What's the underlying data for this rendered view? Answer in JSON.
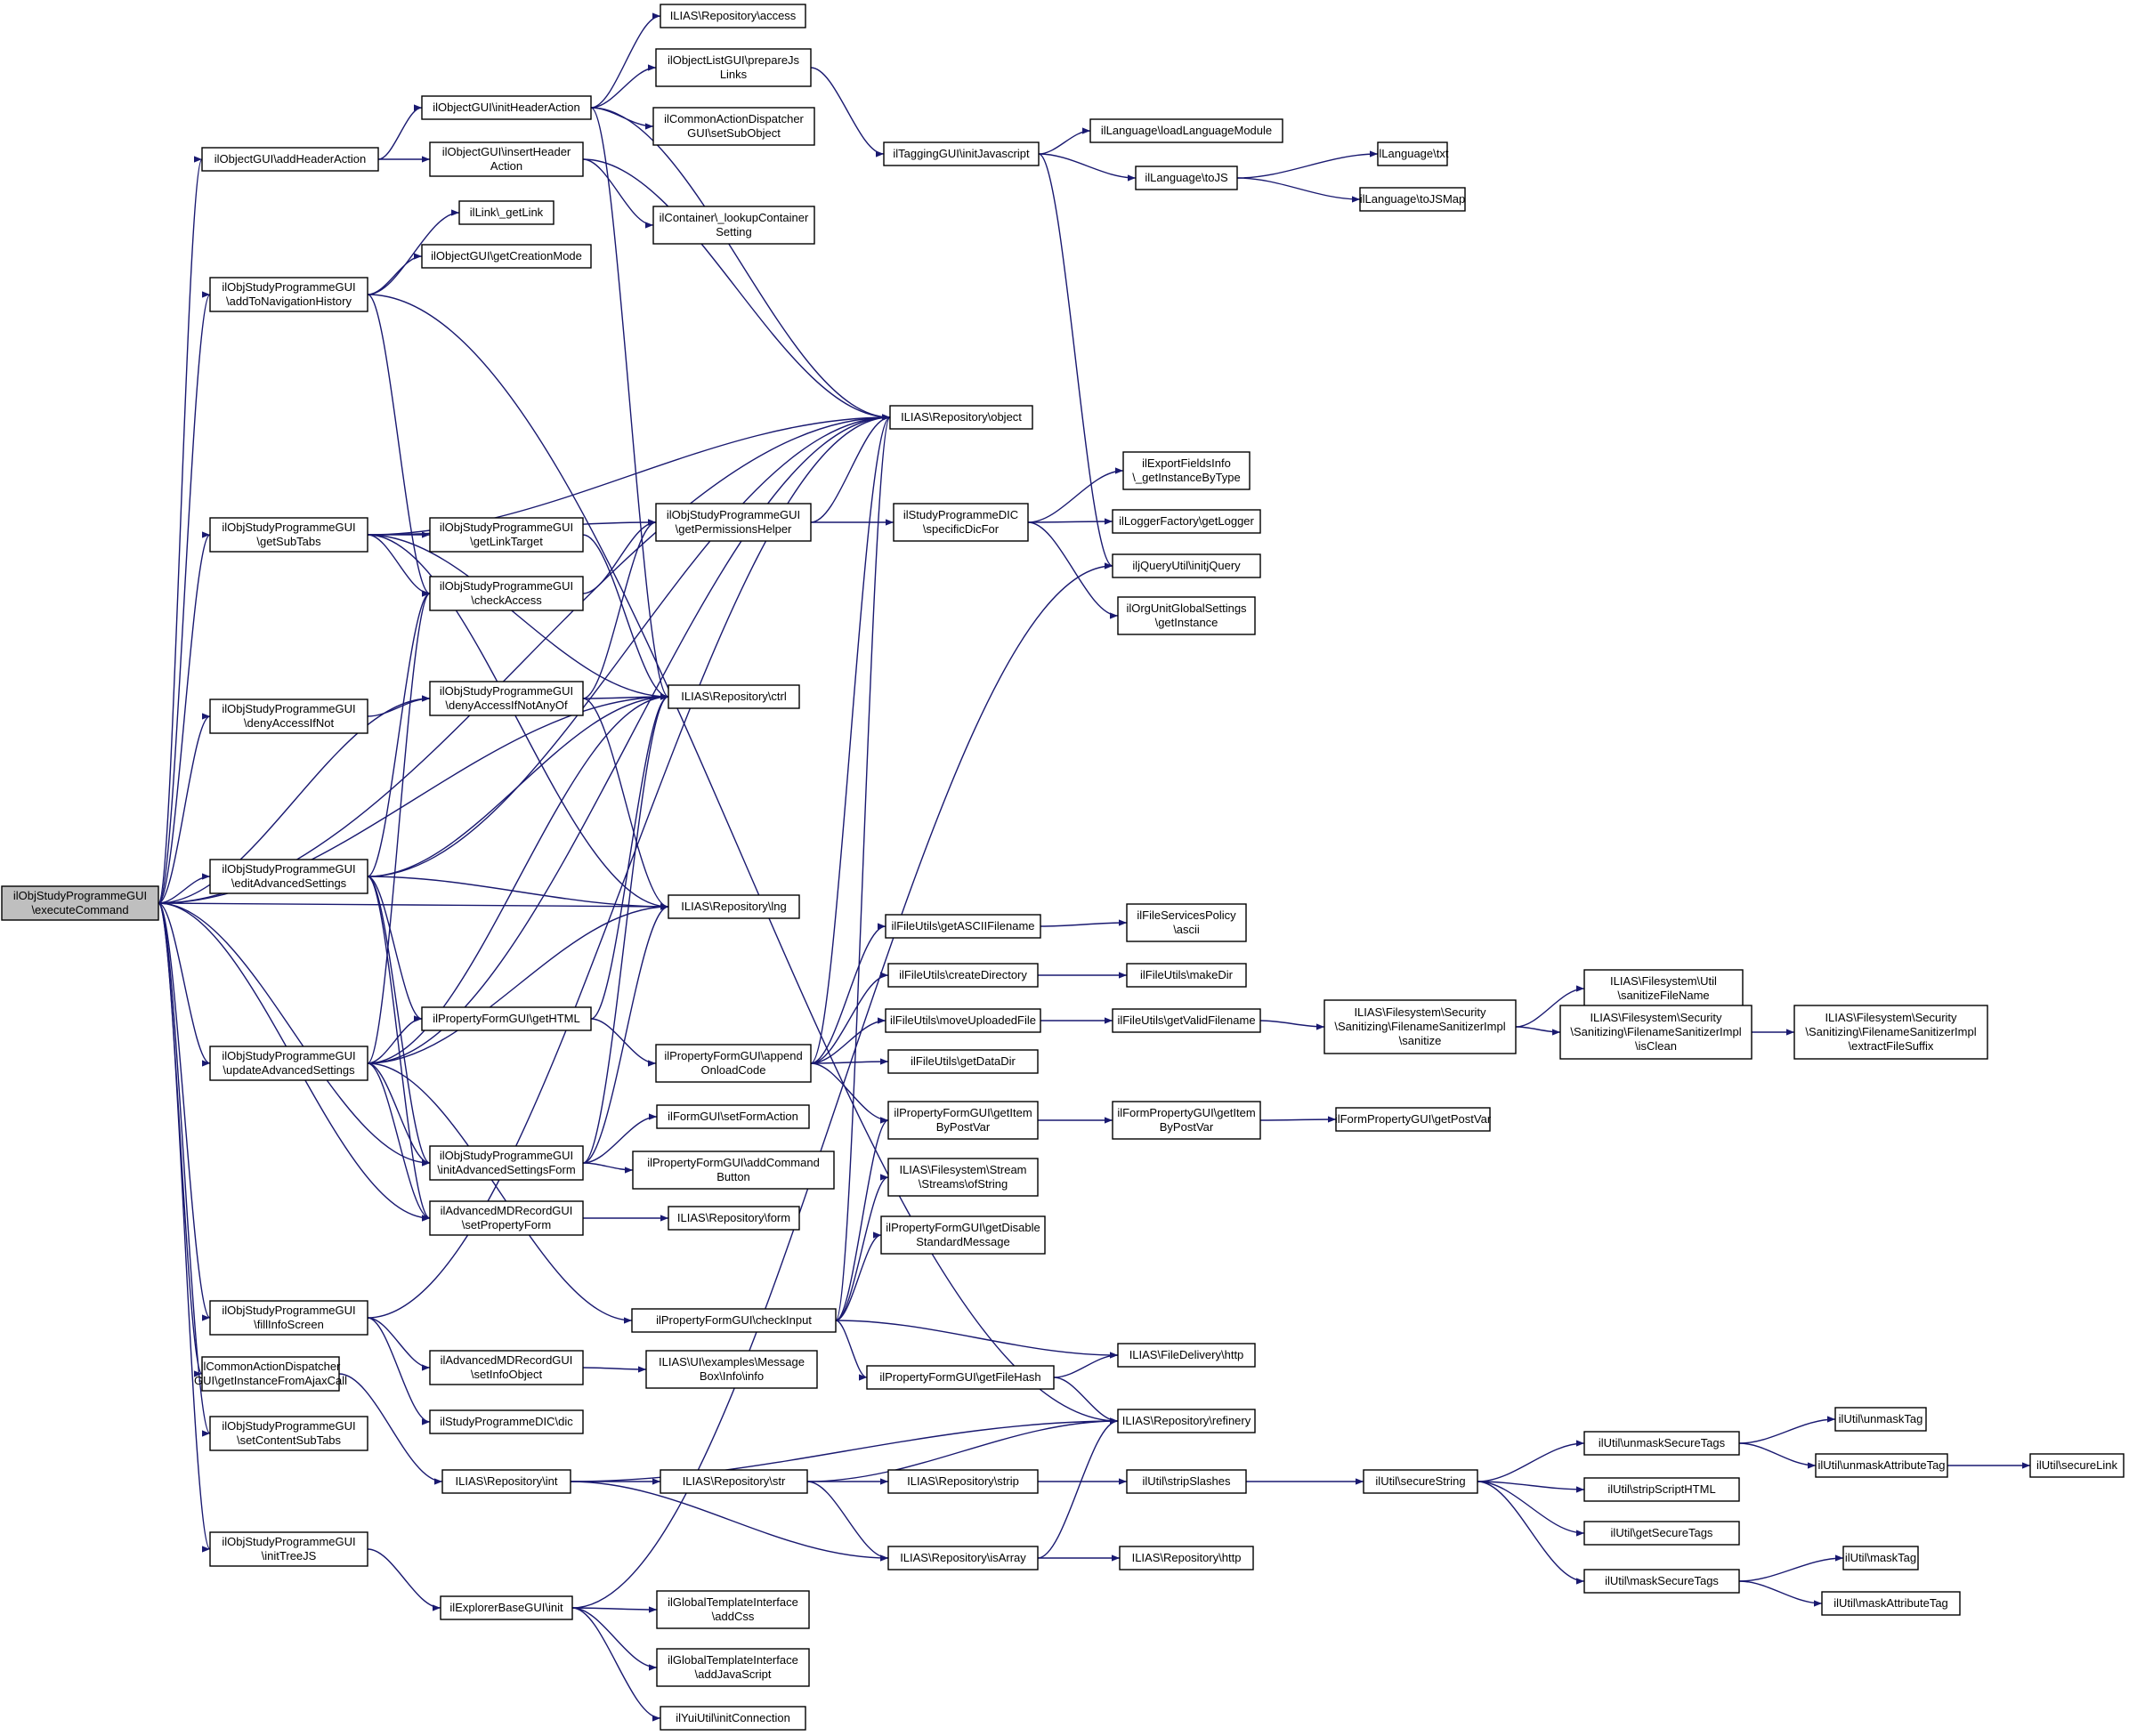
{
  "colors": {
    "edge": "#191970",
    "node_border": "#000000",
    "root_fill": "#bfbfbf",
    "node_fill": "#ffffff"
  },
  "nodes": [
    {
      "id": "n0",
      "lines": [
        "ilObjStudyProgrammeGUI",
        "\\executeCommand"
      ],
      "root": true
    },
    {
      "id": "n1",
      "lines": [
        "ilObjectGUI\\addHeaderAction"
      ]
    },
    {
      "id": "n2",
      "lines": [
        "ilObjStudyProgrammeGUI",
        "\\addToNavigationHistory"
      ]
    },
    {
      "id": "n3",
      "lines": [
        "ilObjStudyProgrammeGUI",
        "\\getSubTabs"
      ]
    },
    {
      "id": "n4",
      "lines": [
        "ilObjStudyProgrammeGUI",
        "\\denyAccessIfNot"
      ]
    },
    {
      "id": "n5",
      "lines": [
        "ilObjStudyProgrammeGUI",
        "\\editAdvancedSettings"
      ]
    },
    {
      "id": "n6",
      "lines": [
        "ilObjStudyProgrammeGUI",
        "\\updateAdvancedSettings"
      ]
    },
    {
      "id": "n7",
      "lines": [
        "ilObjStudyProgrammeGUI",
        "\\fillInfoScreen"
      ]
    },
    {
      "id": "n8",
      "lines": [
        "ilCommonActionDispatcher",
        "GUI\\getInstanceFromAjaxCall"
      ]
    },
    {
      "id": "n9",
      "lines": [
        "ilObjStudyProgrammeGUI",
        "\\setContentSubTabs"
      ]
    },
    {
      "id": "n10",
      "lines": [
        "ilObjStudyProgrammeGUI",
        "\\initTreeJS"
      ]
    },
    {
      "id": "n11",
      "lines": [
        "ilObjectGUI\\initHeaderAction"
      ]
    },
    {
      "id": "n12",
      "lines": [
        "ilObjectGUI\\insertHeader",
        "Action"
      ]
    },
    {
      "id": "n13",
      "lines": [
        "ilLink\\_getLink"
      ]
    },
    {
      "id": "n14",
      "lines": [
        "ilObjectGUI\\getCreationMode"
      ]
    },
    {
      "id": "n15",
      "lines": [
        "ilObjStudyProgrammeGUI",
        "\\getLinkTarget"
      ]
    },
    {
      "id": "n16",
      "lines": [
        "ilObjStudyProgrammeGUI",
        "\\checkAccess"
      ]
    },
    {
      "id": "n17",
      "lines": [
        "ilObjStudyProgrammeGUI",
        "\\denyAccessIfNotAnyOf"
      ]
    },
    {
      "id": "n18",
      "lines": [
        "ilPropertyFormGUI\\getHTML"
      ]
    },
    {
      "id": "n19",
      "lines": [
        "ilObjStudyProgrammeGUI",
        "\\initAdvancedSettingsForm"
      ]
    },
    {
      "id": "n20",
      "lines": [
        "ilAdvancedMDRecordGUI",
        "\\setPropertyForm"
      ]
    },
    {
      "id": "n21",
      "lines": [
        "ilAdvancedMDRecordGUI",
        "\\setInfoObject"
      ]
    },
    {
      "id": "n22",
      "lines": [
        "ilStudyProgrammeDIC\\dic"
      ]
    },
    {
      "id": "n23",
      "lines": [
        "ILIAS\\Repository\\int"
      ]
    },
    {
      "id": "n24",
      "lines": [
        "ilExplorerBaseGUI\\init"
      ]
    },
    {
      "id": "n25",
      "lines": [
        "ILIAS\\Repository\\access"
      ]
    },
    {
      "id": "n26",
      "lines": [
        "ilObjectListGUI\\prepareJs",
        "Links"
      ]
    },
    {
      "id": "n27",
      "lines": [
        "ilCommonActionDispatcher",
        "GUI\\setSubObject"
      ]
    },
    {
      "id": "n28",
      "lines": [
        "ilContainer\\_lookupContainer",
        "Setting"
      ]
    },
    {
      "id": "n29",
      "lines": [
        "ilObjStudyProgrammeGUI",
        "\\getPermissionsHelper"
      ]
    },
    {
      "id": "n30",
      "lines": [
        "ILIAS\\Repository\\ctrl"
      ]
    },
    {
      "id": "n31",
      "lines": [
        "ILIAS\\Repository\\lng"
      ]
    },
    {
      "id": "n32",
      "lines": [
        "ilPropertyFormGUI\\append",
        "OnloadCode"
      ]
    },
    {
      "id": "n33",
      "lines": [
        "ilFormGUI\\setFormAction"
      ]
    },
    {
      "id": "n34",
      "lines": [
        "ilPropertyFormGUI\\addCommand",
        "Button"
      ]
    },
    {
      "id": "n35",
      "lines": [
        "ILIAS\\Repository\\form"
      ]
    },
    {
      "id": "n36",
      "lines": [
        "ilPropertyFormGUI\\checkInput"
      ]
    },
    {
      "id": "n37",
      "lines": [
        "ILIAS\\UI\\examples\\Message",
        "Box\\Info\\info"
      ]
    },
    {
      "id": "n38",
      "lines": [
        "ILIAS\\Repository\\str"
      ]
    },
    {
      "id": "n39",
      "lines": [
        "ilGlobalTemplateInterface",
        "\\addCss"
      ]
    },
    {
      "id": "n40",
      "lines": [
        "ilGlobalTemplateInterface",
        "\\addJavaScript"
      ]
    },
    {
      "id": "n41",
      "lines": [
        "ilYuiUtil\\initConnection"
      ]
    },
    {
      "id": "n42",
      "lines": [
        "ILIAS\\Repository\\object"
      ]
    },
    {
      "id": "n43",
      "lines": [
        "ilTaggingGUI\\initJavascript"
      ]
    },
    {
      "id": "n44",
      "lines": [
        "ilStudyProgrammeDIC",
        "\\specificDicFor"
      ]
    },
    {
      "id": "n45",
      "lines": [
        "ilFileUtils\\getASCIIFilename"
      ]
    },
    {
      "id": "n46",
      "lines": [
        "ilFileUtils\\createDirectory"
      ]
    },
    {
      "id": "n47",
      "lines": [
        "ilFileUtils\\moveUploadedFile"
      ]
    },
    {
      "id": "n48",
      "lines": [
        "ilFileUtils\\getDataDir"
      ]
    },
    {
      "id": "n49",
      "lines": [
        "ilPropertyFormGUI\\getItem",
        "ByPostVar"
      ]
    },
    {
      "id": "n50",
      "lines": [
        "ILIAS\\Filesystem\\Stream",
        "\\Streams\\ofString"
      ]
    },
    {
      "id": "n51",
      "lines": [
        "ilPropertyFormGUI\\getDisable",
        "StandardMessage"
      ]
    },
    {
      "id": "n52",
      "lines": [
        "ilPropertyFormGUI\\getFileHash"
      ]
    },
    {
      "id": "n53",
      "lines": [
        "ILIAS\\Repository\\strip"
      ]
    },
    {
      "id": "n54",
      "lines": [
        "ILIAS\\Repository\\isArray"
      ]
    },
    {
      "id": "n55",
      "lines": [
        "ilLanguage\\loadLanguageModule"
      ]
    },
    {
      "id": "n56",
      "lines": [
        "ilLanguage\\toJS"
      ]
    },
    {
      "id": "n57",
      "lines": [
        "ilExportFieldsInfo",
        "\\_getInstanceByType"
      ]
    },
    {
      "id": "n58",
      "lines": [
        "ilLoggerFactory\\getLogger"
      ]
    },
    {
      "id": "n59",
      "lines": [
        "iljQueryUtil\\initjQuery"
      ]
    },
    {
      "id": "n60",
      "lines": [
        "ilOrgUnitGlobalSettings",
        "\\getInstance"
      ]
    },
    {
      "id": "n61",
      "lines": [
        "ilFileServicesPolicy",
        "\\ascii"
      ]
    },
    {
      "id": "n62",
      "lines": [
        "ilFileUtils\\makeDir"
      ]
    },
    {
      "id": "n63",
      "lines": [
        "ilFileUtils\\getValidFilename"
      ]
    },
    {
      "id": "n64",
      "lines": [
        "ilFormPropertyGUI\\getItem",
        "ByPostVar"
      ]
    },
    {
      "id": "n65",
      "lines": [
        "ILIAS\\FileDelivery\\http"
      ]
    },
    {
      "id": "n66",
      "lines": [
        "ILIAS\\Repository\\refinery"
      ]
    },
    {
      "id": "n67",
      "lines": [
        "ilUtil\\stripSlashes"
      ]
    },
    {
      "id": "n68",
      "lines": [
        "ILIAS\\Repository\\http"
      ]
    },
    {
      "id": "n69",
      "lines": [
        "ilLanguage\\txt"
      ]
    },
    {
      "id": "n70",
      "lines": [
        "ilLanguage\\toJSMap"
      ]
    },
    {
      "id": "n71",
      "lines": [
        "ILIAS\\Filesystem\\Security",
        "\\Sanitizing\\FilenameSanitizerImpl",
        "\\sanitize"
      ]
    },
    {
      "id": "n72",
      "lines": [
        "ilFormPropertyGUI\\getPostVar"
      ]
    },
    {
      "id": "n73",
      "lines": [
        "ilUtil\\secureString"
      ]
    },
    {
      "id": "n74",
      "lines": [
        "ILIAS\\Filesystem\\Util",
        "\\sanitizeFileName"
      ]
    },
    {
      "id": "n75",
      "lines": [
        "ILIAS\\Filesystem\\Security",
        "\\Sanitizing\\FilenameSanitizerImpl",
        "\\isClean"
      ]
    },
    {
      "id": "n76",
      "lines": [
        "ilUtil\\unmaskSecureTags"
      ]
    },
    {
      "id": "n77",
      "lines": [
        "ilUtil\\stripScriptHTML"
      ]
    },
    {
      "id": "n78",
      "lines": [
        "ilUtil\\getSecureTags"
      ]
    },
    {
      "id": "n79",
      "lines": [
        "ilUtil\\maskSecureTags"
      ]
    },
    {
      "id": "n80",
      "lines": [
        "ILIAS\\Filesystem\\Security",
        "\\Sanitizing\\FilenameSanitizerImpl",
        "\\extractFileSuffix"
      ]
    },
    {
      "id": "n81",
      "lines": [
        "ilUtil\\unmaskTag"
      ]
    },
    {
      "id": "n82",
      "lines": [
        "ilUtil\\unmaskAttributeTag"
      ]
    },
    {
      "id": "n83",
      "lines": [
        "ilUtil\\maskTag"
      ]
    },
    {
      "id": "n84",
      "lines": [
        "ilUtil\\maskAttributeTag"
      ]
    },
    {
      "id": "n85",
      "lines": [
        "ilUtil\\secureLink"
      ]
    }
  ],
  "edges": [
    [
      "n0",
      "n1"
    ],
    [
      "n0",
      "n2"
    ],
    [
      "n0",
      "n3"
    ],
    [
      "n0",
      "n4"
    ],
    [
      "n0",
      "n5"
    ],
    [
      "n0",
      "n6"
    ],
    [
      "n0",
      "n7"
    ],
    [
      "n0",
      "n8"
    ],
    [
      "n0",
      "n9"
    ],
    [
      "n0",
      "n10"
    ],
    [
      "n0",
      "n42"
    ],
    [
      "n0",
      "n30"
    ],
    [
      "n0",
      "n31"
    ],
    [
      "n0",
      "n17"
    ],
    [
      "n0",
      "n19"
    ],
    [
      "n0",
      "n20"
    ],
    [
      "n1",
      "n11"
    ],
    [
      "n1",
      "n12"
    ],
    [
      "n11",
      "n25"
    ],
    [
      "n11",
      "n26"
    ],
    [
      "n11",
      "n27"
    ],
    [
      "n11",
      "n42"
    ],
    [
      "n11",
      "n30"
    ],
    [
      "n12",
      "n28"
    ],
    [
      "n12",
      "n42"
    ],
    [
      "n2",
      "n13"
    ],
    [
      "n2",
      "n14"
    ],
    [
      "n2",
      "n66"
    ],
    [
      "n2",
      "n16"
    ],
    [
      "n3",
      "n15"
    ],
    [
      "n3",
      "n16"
    ],
    [
      "n3",
      "n29"
    ],
    [
      "n3",
      "n42"
    ],
    [
      "n3",
      "n30"
    ],
    [
      "n3",
      "n31"
    ],
    [
      "n4",
      "n17"
    ],
    [
      "n5",
      "n16"
    ],
    [
      "n5",
      "n42"
    ],
    [
      "n5",
      "n30"
    ],
    [
      "n5",
      "n31"
    ],
    [
      "n5",
      "n18"
    ],
    [
      "n5",
      "n19"
    ],
    [
      "n5",
      "n20"
    ],
    [
      "n6",
      "n16"
    ],
    [
      "n6",
      "n18"
    ],
    [
      "n6",
      "n19"
    ],
    [
      "n6",
      "n20"
    ],
    [
      "n6",
      "n36"
    ],
    [
      "n6",
      "n30"
    ],
    [
      "n6",
      "n31"
    ],
    [
      "n6",
      "n42"
    ],
    [
      "n7",
      "n21"
    ],
    [
      "n7",
      "n22"
    ],
    [
      "n7",
      "n42"
    ],
    [
      "n8",
      "n23"
    ],
    [
      "n10",
      "n24"
    ],
    [
      "n15",
      "n30"
    ],
    [
      "n16",
      "n29"
    ],
    [
      "n17",
      "n29"
    ],
    [
      "n17",
      "n30"
    ],
    [
      "n17",
      "n31"
    ],
    [
      "n18",
      "n30"
    ],
    [
      "n18",
      "n32"
    ],
    [
      "n19",
      "n33"
    ],
    [
      "n19",
      "n34"
    ],
    [
      "n19",
      "n30"
    ],
    [
      "n19",
      "n31"
    ],
    [
      "n20",
      "n35"
    ],
    [
      "n21",
      "n37"
    ],
    [
      "n23",
      "n38"
    ],
    [
      "n23",
      "n54"
    ],
    [
      "n23",
      "n66"
    ],
    [
      "n24",
      "n39"
    ],
    [
      "n24",
      "n40"
    ],
    [
      "n24",
      "n41"
    ],
    [
      "n24",
      "n59"
    ],
    [
      "n26",
      "n43"
    ],
    [
      "n29",
      "n42"
    ],
    [
      "n29",
      "n44"
    ],
    [
      "n32",
      "n42"
    ],
    [
      "n32",
      "n45"
    ],
    [
      "n32",
      "n46"
    ],
    [
      "n32",
      "n47"
    ],
    [
      "n32",
      "n48"
    ],
    [
      "n32",
      "n49"
    ],
    [
      "n36",
      "n42"
    ],
    [
      "n36",
      "n49"
    ],
    [
      "n36",
      "n50"
    ],
    [
      "n36",
      "n51"
    ],
    [
      "n36",
      "n52"
    ],
    [
      "n36",
      "n65"
    ],
    [
      "n38",
      "n53"
    ],
    [
      "n38",
      "n54"
    ],
    [
      "n38",
      "n66"
    ],
    [
      "n43",
      "n55"
    ],
    [
      "n43",
      "n56"
    ],
    [
      "n43",
      "n59"
    ],
    [
      "n44",
      "n57"
    ],
    [
      "n44",
      "n58"
    ],
    [
      "n44",
      "n60"
    ],
    [
      "n45",
      "n61"
    ],
    [
      "n46",
      "n62"
    ],
    [
      "n47",
      "n63"
    ],
    [
      "n49",
      "n64"
    ],
    [
      "n52",
      "n65"
    ],
    [
      "n52",
      "n66"
    ],
    [
      "n53",
      "n67"
    ],
    [
      "n54",
      "n66"
    ],
    [
      "n54",
      "n68"
    ],
    [
      "n56",
      "n69"
    ],
    [
      "n56",
      "n70"
    ],
    [
      "n63",
      "n71"
    ],
    [
      "n64",
      "n72"
    ],
    [
      "n67",
      "n73"
    ],
    [
      "n71",
      "n74"
    ],
    [
      "n71",
      "n75"
    ],
    [
      "n73",
      "n76"
    ],
    [
      "n73",
      "n77"
    ],
    [
      "n73",
      "n78"
    ],
    [
      "n73",
      "n79"
    ],
    [
      "n75",
      "n80"
    ],
    [
      "n76",
      "n81"
    ],
    [
      "n76",
      "n82"
    ],
    [
      "n79",
      "n83"
    ],
    [
      "n79",
      "n84"
    ],
    [
      "n82",
      "n85"
    ]
  ]
}
